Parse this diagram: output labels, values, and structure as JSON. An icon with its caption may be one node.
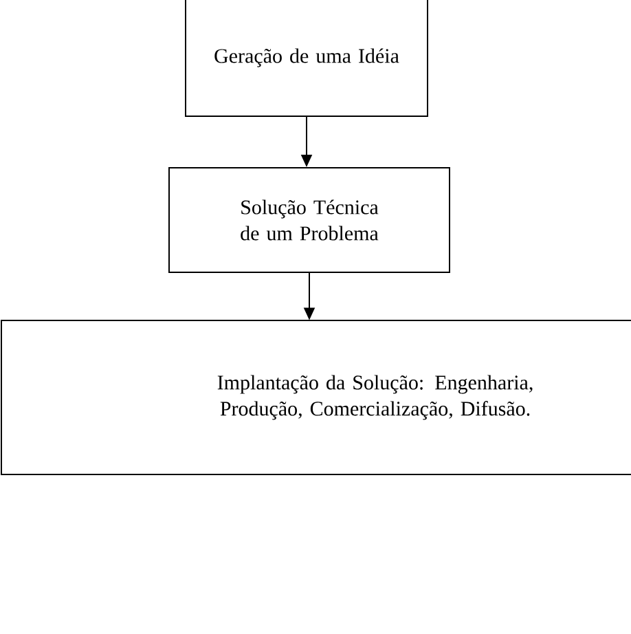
{
  "diagram": {
    "nodes": [
      {
        "text": [
          "Geração de uma Idéia"
        ]
      },
      {
        "text": [
          "Solução Técnica de um Problema"
        ]
      },
      {
        "text": [
          "Implantação da Solução: Engenharia, Produção, Comercialização, Difusão."
        ]
      }
    ],
    "edges": [
      {
        "from": 0,
        "to": 1,
        "arrow": "to"
      },
      {
        "from": 1,
        "to": 2,
        "arrow": "to"
      }
    ]
  }
}
